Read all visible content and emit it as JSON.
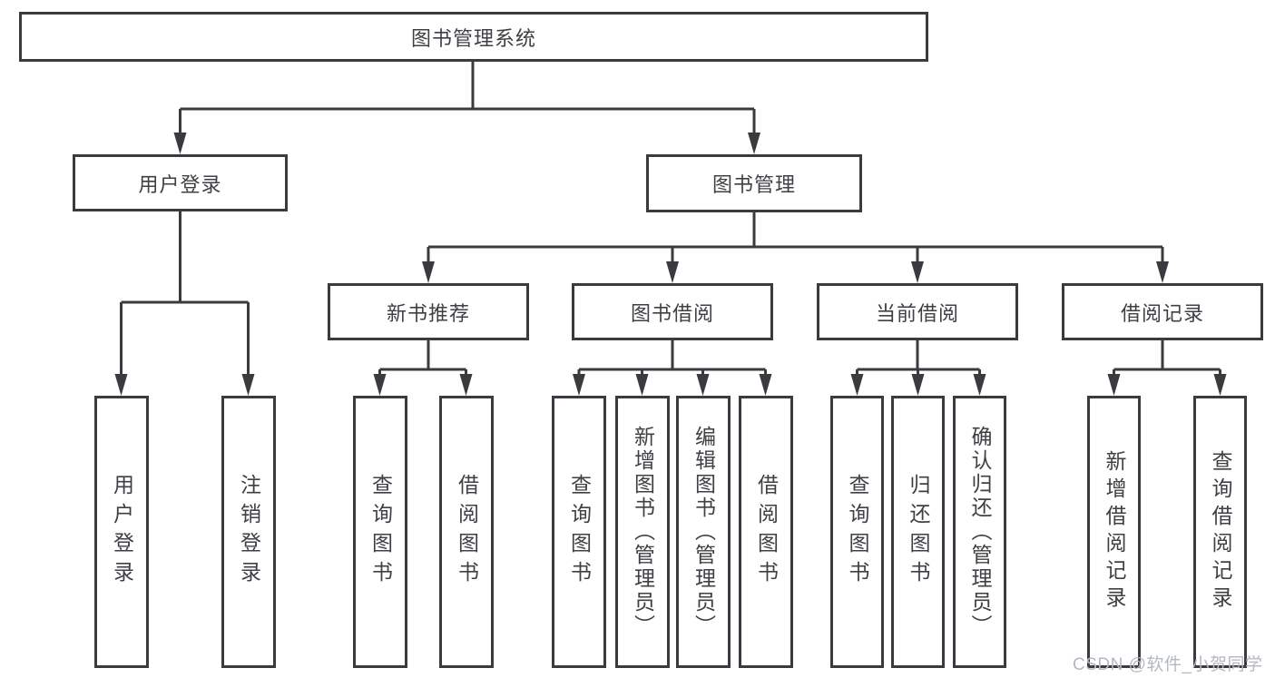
{
  "title": "图书管理系统",
  "tree": {
    "root": {
      "label": "图书管理系统"
    },
    "branches": [
      {
        "label": "用户登录",
        "children": [
          {
            "label": "用户登录"
          },
          {
            "label": "注销登录"
          }
        ]
      },
      {
        "label": "图书管理",
        "children": [
          {
            "label": "新书推荐",
            "children": [
              {
                "label": "查询图书"
              },
              {
                "label": "借阅图书"
              }
            ]
          },
          {
            "label": "图书借阅",
            "children": [
              {
                "label": "查询图书"
              },
              {
                "label": "新增图书（管理员）"
              },
              {
                "label": "编辑图书（管理员）"
              },
              {
                "label": "借阅图书"
              }
            ]
          },
          {
            "label": "当前借阅",
            "children": [
              {
                "label": "查询图书"
              },
              {
                "label": "归还图书"
              },
              {
                "label": "确认归还（管理员）"
              }
            ]
          },
          {
            "label": "借阅记录",
            "children": [
              {
                "label": "新增借阅记录"
              },
              {
                "label": "查询借阅记录"
              }
            ]
          }
        ]
      }
    ]
  },
  "watermark": {
    "text": "CSDN @软件_小贺同学"
  },
  "colors": {
    "line": "#3b3b3f",
    "text": "#3f3f44",
    "watermark": "#b4b8c0",
    "background": "#ffffff"
  }
}
